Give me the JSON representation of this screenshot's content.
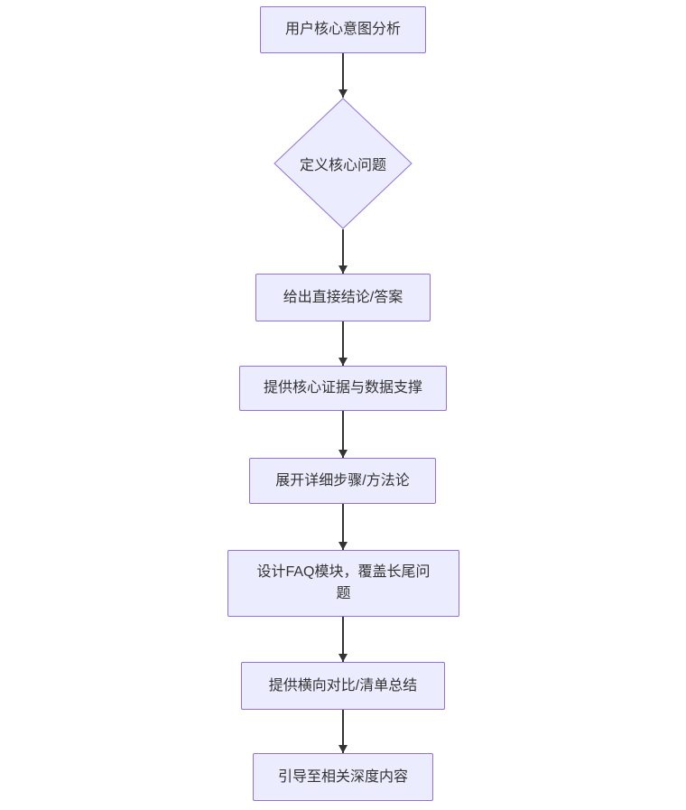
{
  "diagram": {
    "type": "flowchart",
    "direction": "top-down",
    "colors": {
      "node_fill": "#ECECFF",
      "node_border": "#9370DB",
      "edge_line": "#333333",
      "text": "#333333",
      "background": "#ffffff"
    },
    "nodes": [
      {
        "id": "A",
        "shape": "rect",
        "label": "用户核心意图分析"
      },
      {
        "id": "B",
        "shape": "diamond",
        "label": "定义核心问题"
      },
      {
        "id": "C",
        "shape": "rect",
        "label": "给出直接结论/答案"
      },
      {
        "id": "D",
        "shape": "rect",
        "label": "提供核心证据与数据支撑"
      },
      {
        "id": "E",
        "shape": "rect",
        "label": "展开详细步骤/方法论"
      },
      {
        "id": "F",
        "shape": "rect",
        "label": "设计FAQ模块，覆盖长尾问题"
      },
      {
        "id": "G",
        "shape": "rect",
        "label": "提供横向对比/清单总结"
      },
      {
        "id": "H",
        "shape": "rect",
        "label": "引导至相关深度内容"
      }
    ],
    "edges": [
      {
        "from": "A",
        "to": "B",
        "label": ""
      },
      {
        "from": "B",
        "to": "C",
        "label": ""
      },
      {
        "from": "C",
        "to": "D",
        "label": ""
      },
      {
        "from": "D",
        "to": "E",
        "label": ""
      },
      {
        "from": "E",
        "to": "F",
        "label": ""
      },
      {
        "from": "F",
        "to": "G",
        "label": ""
      },
      {
        "from": "G",
        "to": "H",
        "label": ""
      }
    ]
  }
}
